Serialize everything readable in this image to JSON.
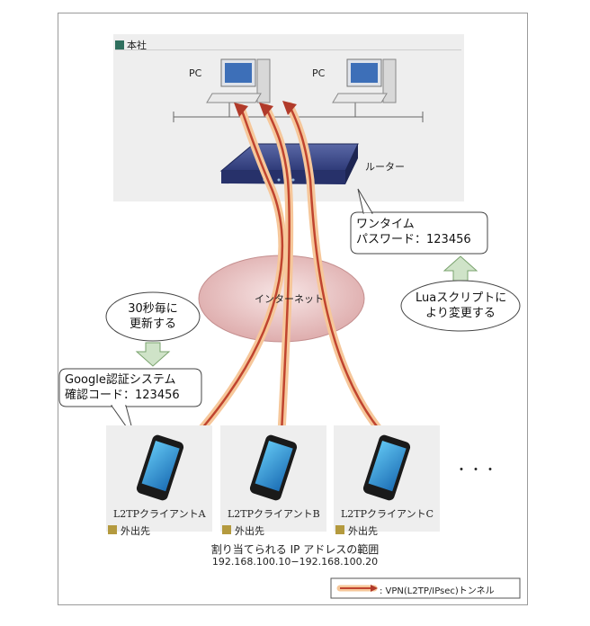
{
  "hq": {
    "label": "本社",
    "marker_color": "#2f6f5e"
  },
  "pcs": [
    {
      "label": "PC"
    },
    {
      "label": "PC"
    }
  ],
  "router": {
    "label": "ルーター"
  },
  "internet": {
    "label": "インターネット"
  },
  "otp_bubble": {
    "line1": "ワンタイム",
    "line2": "パスワード：123456"
  },
  "lua_bubble": {
    "line1": "Luaスクリプトに",
    "line2": "より変更する"
  },
  "timer_bubble": {
    "line1": "30秒毎に",
    "line2": "更新する"
  },
  "google_bubble": {
    "line1": "Google認証システム",
    "line2": "確認コード：123456"
  },
  "clients": [
    {
      "label": "L2TPクライアントA",
      "location": "外出先"
    },
    {
      "label": "L2TPクライアントB",
      "location": "外出先"
    },
    {
      "label": "L2TPクライアントC",
      "location": "外出先"
    }
  ],
  "more_indicator": "・・・",
  "ip_range": {
    "title": "割り当てられる IP アドレスの範囲",
    "range": "192.168.100.10−192.168.100.20"
  },
  "legend": {
    "label": ": VPN(L2TP/IPsec)トンネル"
  },
  "colors": {
    "tunnel_outer": "#f6c79a",
    "tunnel_inner": "#b13a2a",
    "panel": "#eaeaea",
    "arrow_green": "#cfe3c8",
    "location_marker": "#b49a3e"
  }
}
